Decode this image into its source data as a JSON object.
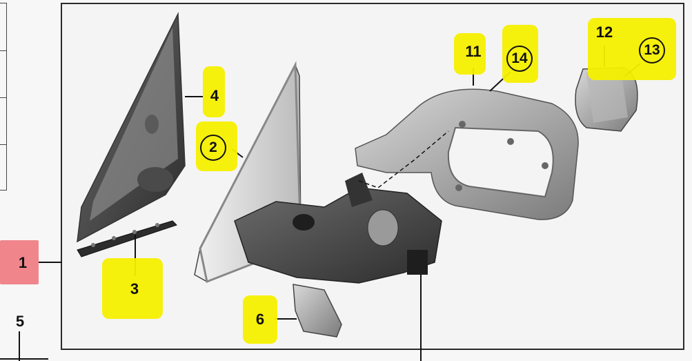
{
  "callouts": {
    "part_1": "1",
    "part_2": "2",
    "part_3": "3",
    "part_4": "4",
    "part_5": "5",
    "part_6": "6",
    "part_11": "11",
    "part_12": "12",
    "part_13": "13",
    "part_14": "14"
  },
  "colors": {
    "highlight": "#f5ef00",
    "callout_1_box": "#ef7f86",
    "frame": "#2a2a2a",
    "part_grey": "#8e8e8e"
  }
}
